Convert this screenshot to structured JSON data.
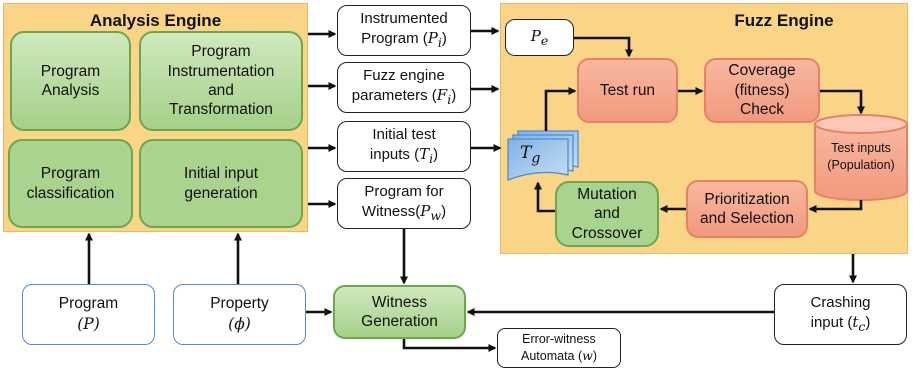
{
  "analysis_engine": {
    "title": "Analysis Engine",
    "boxes": {
      "program_analysis": "Program\nAnalysis",
      "instrumentation": "Program\nInstrumentation\nand\nTransformation",
      "classification": "Program\nclassification",
      "input_generation": "Initial input\ngeneration"
    }
  },
  "artifacts": {
    "instrumented": {
      "line1": "Instrumented",
      "line2": "Program (",
      "var": "P",
      "sub": "i",
      "close": ")"
    },
    "fuzz_params": {
      "line1": "Fuzz engine",
      "line2": "parameters (",
      "var": "F",
      "sub": "i",
      "close": ")"
    },
    "initial_tests": {
      "line1": "Initial test",
      "line2": "inputs (",
      "var": "T",
      "sub": "i",
      "close": ")"
    },
    "witness_program": {
      "line1": "Program for",
      "line2": "Witness(",
      "var": "P",
      "sub": "w",
      "close": ")"
    }
  },
  "fuzz_engine": {
    "title": "Fuzz Engine",
    "pe": {
      "var": "P",
      "sub": "e"
    },
    "tg": {
      "var": "T",
      "sub": "g"
    },
    "test_run": "Test run",
    "coverage": "Coverage\n(fitness)\nCheck",
    "test_inputs_db": "Test inputs\n(Population)",
    "prioritization": "Prioritization\nand Selection",
    "mutation": "Mutation\nand\nCrossover"
  },
  "inputs": {
    "program": {
      "line1": "Program",
      "math": "(P)"
    },
    "property": {
      "line1": "Property",
      "math": "(ϕ)"
    }
  },
  "witness_generation": "Witness\nGeneration",
  "crashing_input": {
    "line1": "Crashing",
    "line2": "input (",
    "var": "t",
    "sub": "c",
    "close": ")"
  },
  "error_witness": {
    "line1": "Error-witness",
    "line2": "Automata (",
    "var": "w",
    "close": ")"
  }
}
